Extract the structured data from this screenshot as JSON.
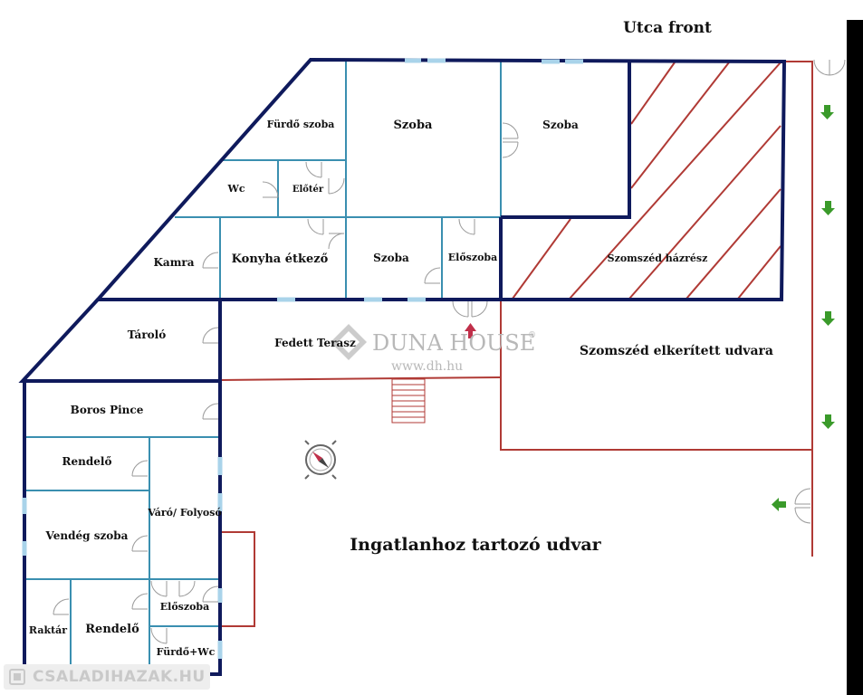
{
  "street_label": "Utca front",
  "rooms": {
    "furdo_szoba": "Fürdő szoba",
    "szoba_top_middle": "Szoba",
    "szoba_top_right": "Szoba",
    "wc": "Wc",
    "eloter": "Előtér",
    "kamra": "Kamra",
    "konyha_etkezo": "Konyha étkező",
    "szoba_middle": "Szoba",
    "eloszoba_top": "Előszoba",
    "szomszed_hazresz": "Szomszéd házrész",
    "tarolo": "Tároló",
    "fedett_terasz": "Fedett Terasz",
    "szomszed_udvar": "Szomszéd elkerített udvara",
    "boros_pince": "Boros Pince",
    "rendelo_1": "Rendelő",
    "varo_folyoso": "Váró/ Folyosó",
    "vendeg_szoba": "Vendég szoba",
    "raktar": "Raktár",
    "rendelo_2": "Rendelő",
    "eloszoba_bottom": "Előszoba",
    "furdo_wc": "Fürdő+Wc",
    "udvar": "Ingatlanhoz tartozó udvar"
  },
  "watermark": {
    "brand": "DUNA HOUSE",
    "reg": "®",
    "url": "www.dh.hu"
  },
  "badge": {
    "text": "CSALADIHAZAK.HU"
  },
  "colors": {
    "outer_wall": "#0f1a5c",
    "inner_wall": "#3a8fb0",
    "window": "#a9d3ea",
    "fence": "#b03a35",
    "arrow_green": "#3a9a2a",
    "arrow_red": "#c0304a"
  }
}
